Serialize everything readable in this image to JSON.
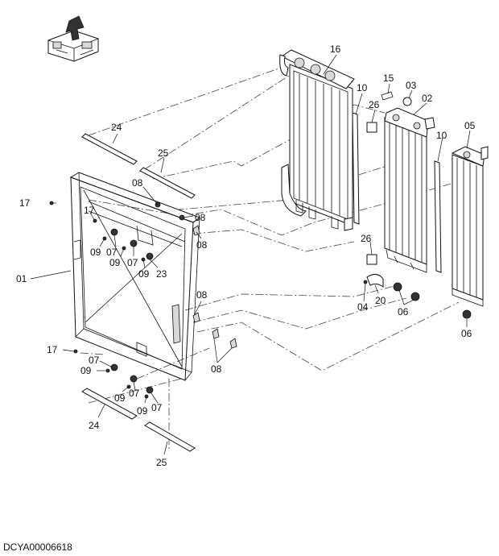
{
  "labels": {
    "l01": "01",
    "l02": "02",
    "l03": "03",
    "l04": "04",
    "l05": "05",
    "l06a": "06",
    "l06b": "06",
    "l07a": "07",
    "l07b": "07",
    "l07c": "07",
    "l07d": "07",
    "l07e": "07",
    "l08a": "08",
    "l08b": "08",
    "l08c": "08",
    "l08d": "08",
    "l08e": "08",
    "l09a": "09",
    "l09b": "09",
    "l09c": "09",
    "l09d": "09",
    "l09e": "09",
    "l09f": "09",
    "l10a": "10",
    "l10b": "10",
    "l15": "15",
    "l16": "16",
    "l17a": "17",
    "l17b": "17",
    "l17c": "17",
    "l20": "20",
    "l23": "23",
    "l24a": "24",
    "l24b": "24",
    "l25a": "25",
    "l25b": "25",
    "l26a": "26",
    "l26b": "26"
  },
  "document_code": "DCYA00006618"
}
